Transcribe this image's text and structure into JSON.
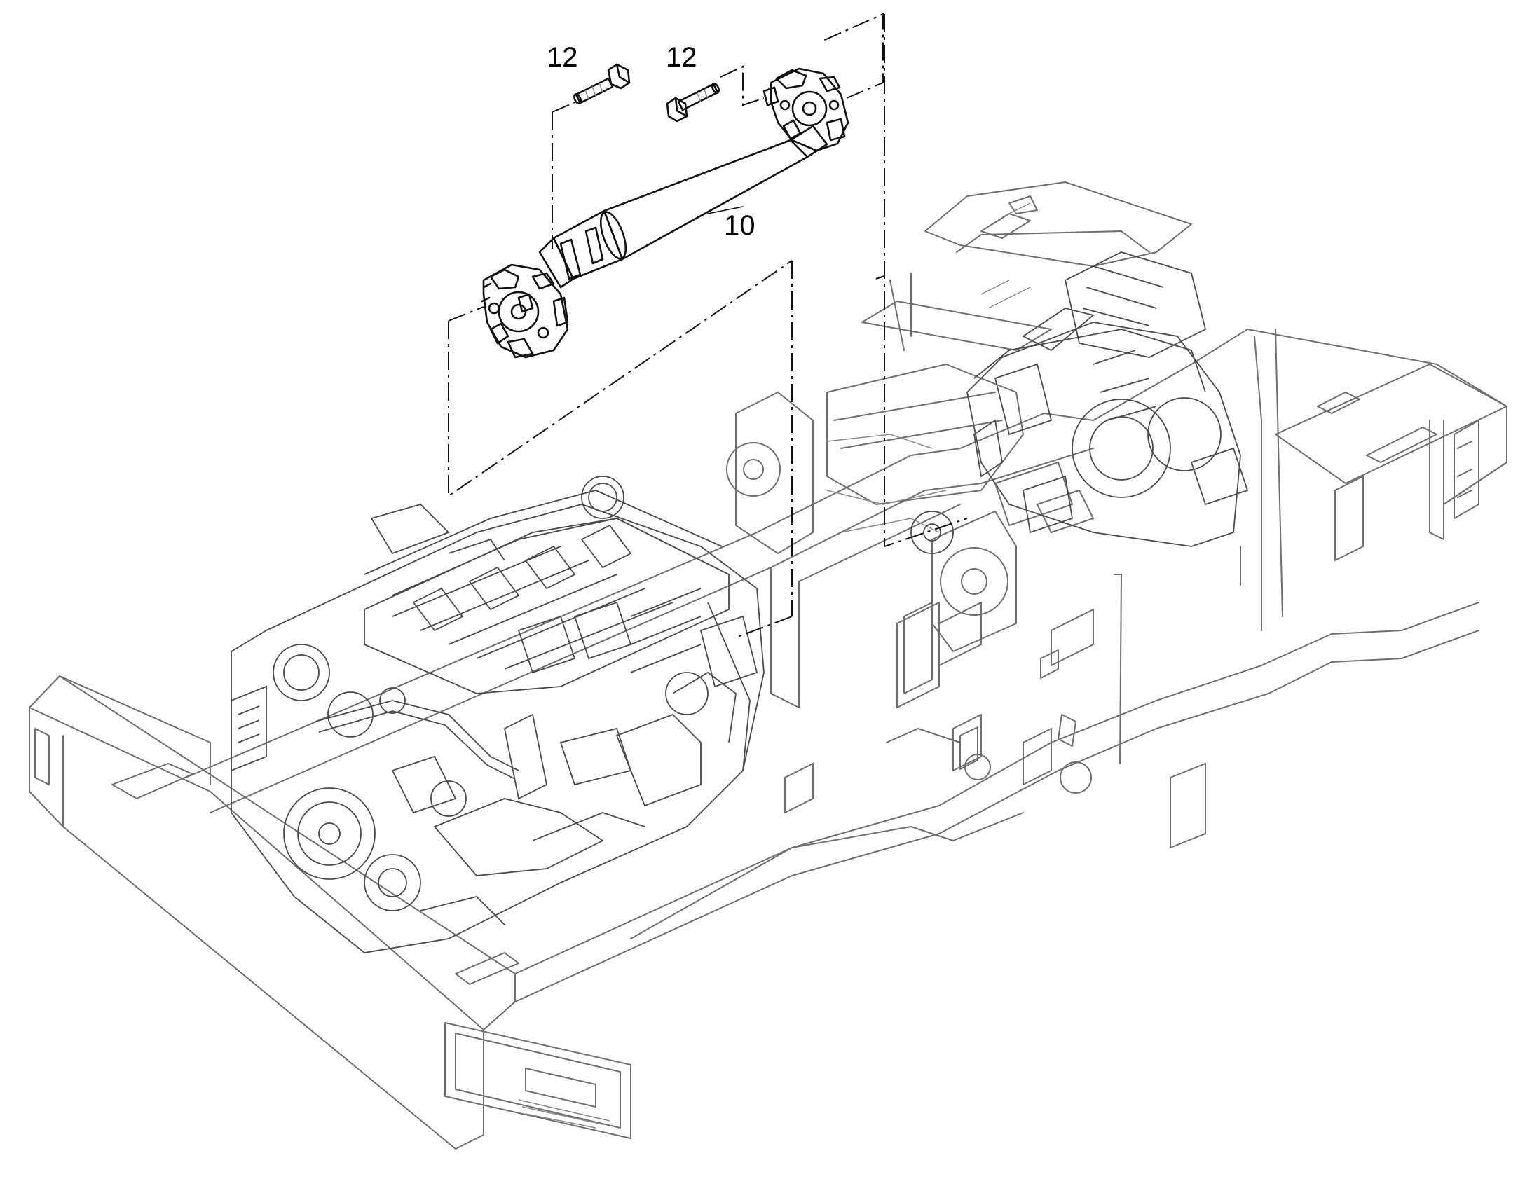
{
  "callouts": {
    "bolt_left": "12",
    "bolt_right": "12",
    "drive_shaft": "10"
  },
  "colors": {
    "background": "#ffffff",
    "line_art": "#6e6e6e",
    "highlight": "#111111"
  }
}
